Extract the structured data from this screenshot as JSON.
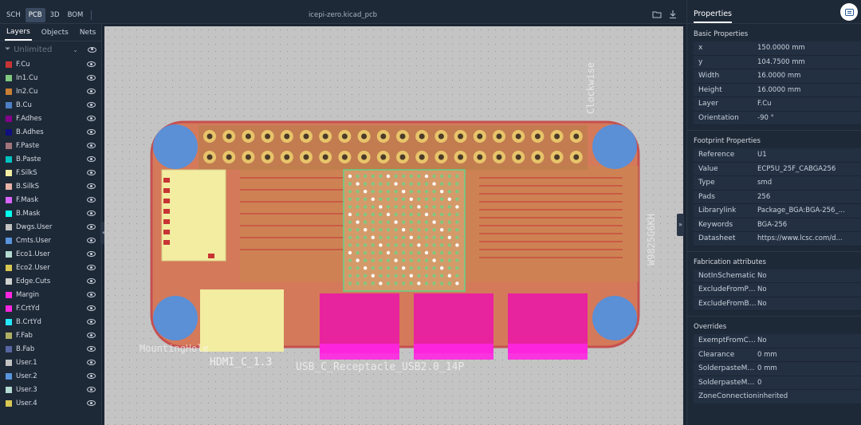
{
  "topbar": {
    "modes": [
      "SCH",
      "PCB",
      "3D",
      "BOM"
    ],
    "active_mode": "PCB",
    "filename": "icepi-zero.kicad_pcb",
    "icons": [
      "folder-icon",
      "download-icon"
    ]
  },
  "left_panel": {
    "tabs": [
      "Layers",
      "Objects",
      "Nets"
    ],
    "filter_placeholder": "Unlimited",
    "layers": [
      {
        "name": "F.Cu",
        "color": "#c83434"
      },
      {
        "name": "In1.Cu",
        "color": "#7fc87f"
      },
      {
        "name": "In2.Cu",
        "color": "#c87f34"
      },
      {
        "name": "B.Cu",
        "color": "#4d7fc4"
      },
      {
        "name": "F.Adhes",
        "color": "#84008a"
      },
      {
        "name": "B.Adhes",
        "color": "#0f0f80"
      },
      {
        "name": "F.Paste",
        "color": "#a0747a"
      },
      {
        "name": "B.Paste",
        "color": "#00c2c2"
      },
      {
        "name": "F.SilkS",
        "color": "#f2eda1"
      },
      {
        "name": "B.SilkS",
        "color": "#e8b2a7"
      },
      {
        "name": "F.Mask",
        "color": "#d864ff"
      },
      {
        "name": "B.Mask",
        "color": "#02ffee"
      },
      {
        "name": "Dwgs.User",
        "color": "#c2c2c2"
      },
      {
        "name": "Cmts.User",
        "color": "#5994dc"
      },
      {
        "name": "Eco1.User",
        "color": "#b4dbd2"
      },
      {
        "name": "Eco2.User",
        "color": "#d8c852"
      },
      {
        "name": "Edge.Cuts",
        "color": "#d0d2cd"
      },
      {
        "name": "Margin",
        "color": "#ff26e2"
      },
      {
        "name": "F.CrtYd",
        "color": "#ff26e2"
      },
      {
        "name": "B.CrtYd",
        "color": "#26e9ff"
      },
      {
        "name": "F.Fab",
        "color": "#afaf63"
      },
      {
        "name": "B.Fab",
        "color": "#5865a3"
      },
      {
        "name": "User.1",
        "color": "#c2c2c2"
      },
      {
        "name": "User.2",
        "color": "#5994dc"
      },
      {
        "name": "User.3",
        "color": "#b4dbd2"
      },
      {
        "name": "User.4",
        "color": "#d8c852"
      }
    ]
  },
  "canvas_labels": {
    "hdmi": "HDMI_C_1.3",
    "usb": "USB_C_Receptacle_USB2.0_14P",
    "mounting_hole": "MountingHole",
    "clockwise": "Clockwise",
    "part_right": "W9825G6KH"
  },
  "right_panel": {
    "title": "Properties",
    "sections": [
      {
        "title": "Basic Properties",
        "rows": [
          {
            "k": "x",
            "v": "150.0000 mm"
          },
          {
            "k": "y",
            "v": "104.7500 mm"
          },
          {
            "k": "Width",
            "v": "16.0000 mm"
          },
          {
            "k": "Height",
            "v": "16.0000 mm"
          },
          {
            "k": "Layer",
            "v": "F.Cu"
          },
          {
            "k": "Orientation",
            "v": "-90 °"
          }
        ]
      },
      {
        "title": "Footprint Properties",
        "rows": [
          {
            "k": "Reference",
            "v": "U1"
          },
          {
            "k": "Value",
            "v": "ECP5U_25F_CABGA256"
          },
          {
            "k": "Type",
            "v": "smd"
          },
          {
            "k": "Pads",
            "v": "256"
          },
          {
            "k": "Librarylink",
            "v": "Package_BGA:BGA-256_..."
          },
          {
            "k": "Keywords",
            "v": "BGA-256"
          },
          {
            "k": "Datasheet",
            "v": "https://www.lcsc.com/d..."
          }
        ]
      },
      {
        "title": "Fabrication attributes",
        "rows": [
          {
            "k": "NotInSchematic",
            "v": "No"
          },
          {
            "k": "ExcludeFromPo...",
            "v": "No"
          },
          {
            "k": "ExcludeFromBOM",
            "v": "No"
          }
        ]
      },
      {
        "title": "Overrides",
        "rows": [
          {
            "k": "ExemptFromCo...",
            "v": "No"
          },
          {
            "k": "Clearance",
            "v": "0 mm"
          },
          {
            "k": "SolderpasteMar...",
            "v": "0 mm"
          },
          {
            "k": "SolderpasteMar...",
            "v": "0"
          },
          {
            "k": "ZoneConnection",
            "v": "inherited"
          }
        ]
      }
    ]
  }
}
